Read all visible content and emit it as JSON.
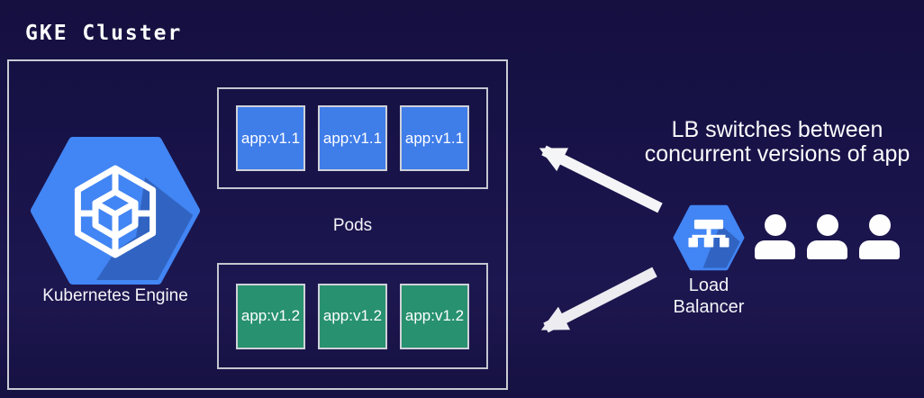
{
  "page": {
    "title": "GKE Cluster"
  },
  "cluster": {
    "engine_label": "Kubernetes Engine",
    "pods_label": "Pods",
    "pod_groups": [
      {
        "name": "version-1.1-replicas",
        "pod_label": "app:v1.1",
        "pod_color": "#3f7de9",
        "pod_count": 3
      },
      {
        "name": "version-1.2-replicas",
        "pod_label": "app:v1.2",
        "pod_color": "#28916f",
        "pod_count": 3
      }
    ]
  },
  "load_balancer": {
    "label_line1": "Load",
    "label_line2": "Balancer"
  },
  "annotation": {
    "line1": "LB switches between",
    "line2": "concurrent versions of app"
  },
  "users": {
    "count": 3
  },
  "icons": {
    "engine": "gke-hexagon-with-wireframe-cube",
    "load_balancer": "hexagon-with-network-tree",
    "user": "person-silhouette",
    "arrows": "thick-white-diagonal-arrows"
  },
  "colors": {
    "background_top": "#151040",
    "background_bottom": "#161142",
    "box_border": "#c9cbd4",
    "gcp_blue": "#4285f4",
    "gcp_blue_shadow": "rgba(10,25,80,0.30)",
    "pod_blue": "#3f7de9",
    "pod_green": "#28916f",
    "arrow_white": "#f2f2f5",
    "text": "#ffffff"
  }
}
